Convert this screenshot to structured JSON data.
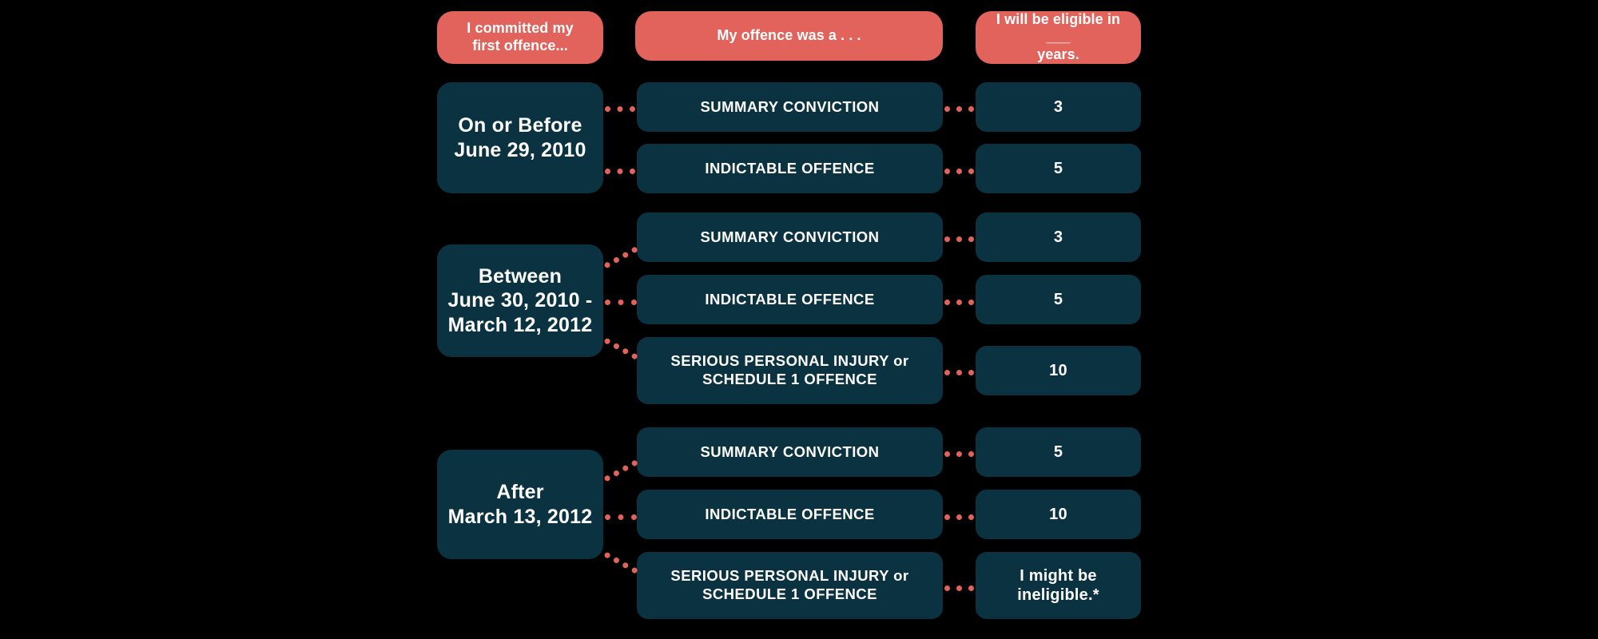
{
  "page": {
    "background_color": "#000000",
    "accent_color": "#E2635C",
    "panel_color": "#0B3240",
    "text_color": "#FFFFFF"
  },
  "headers": [
    {
      "id": "offence-date",
      "label": "I committed my\nfirst offence..."
    },
    {
      "id": "offence-type",
      "label": "My offence was a . . ."
    },
    {
      "id": "eligibility-wait",
      "label": "I will be eligible in ___\nyears."
    }
  ],
  "groups": [
    {
      "id": "on-or-before-june-29-2010",
      "period": "On or Before\nJune 29, 2010",
      "rows": [
        {
          "offence": "SUMMARY CONVICTION",
          "years": "3"
        },
        {
          "offence": "INDICTABLE OFFENCE",
          "years": "5"
        }
      ]
    },
    {
      "id": "between-june-30-2010-march-12-2012",
      "period": "Between\nJune 30, 2010 -\nMarch 12, 2012",
      "rows": [
        {
          "offence": "SUMMARY CONVICTION",
          "years": "3"
        },
        {
          "offence": "INDICTABLE OFFENCE",
          "years": "5"
        },
        {
          "offence": "SERIOUS PERSONAL INJURY or\nSCHEDULE 1 OFFENCE",
          "years": "10"
        }
      ]
    },
    {
      "id": "after-march-13-2012",
      "period": "After\nMarch 13, 2012",
      "rows": [
        {
          "offence": "SUMMARY CONVICTION",
          "years": "5"
        },
        {
          "offence": "INDICTABLE OFFENCE",
          "years": "10"
        },
        {
          "offence": "SERIOUS PERSONAL INJURY or\nSCHEDULE 1 OFFENCE",
          "years": "I might be\nineligible.*"
        }
      ]
    }
  ]
}
